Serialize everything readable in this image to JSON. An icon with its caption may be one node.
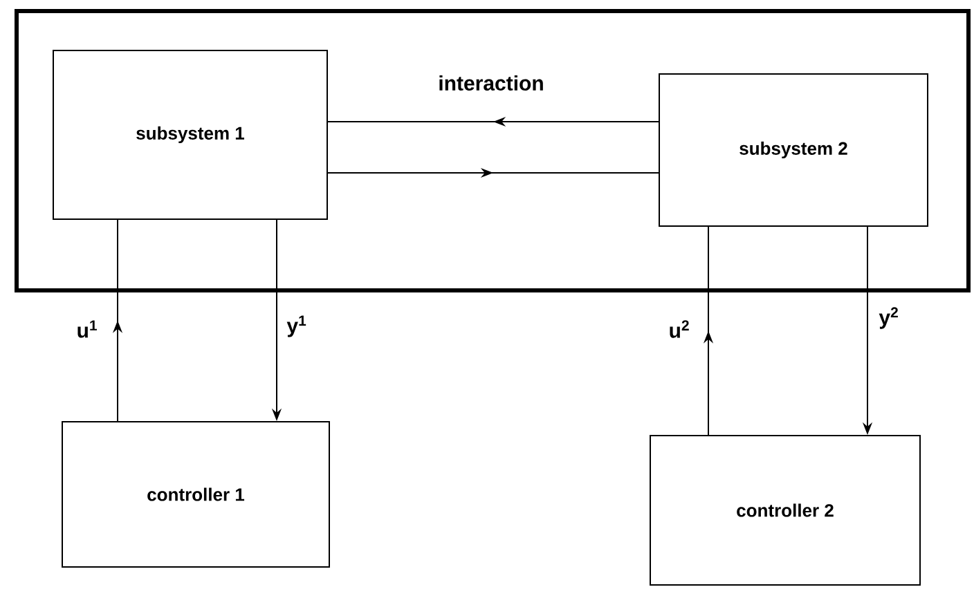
{
  "diagram": {
    "nodes": [
      {
        "text": [],
        "shape": "box"
      },
      {
        "text": [
          "subsystem 1"
        ],
        "in": 0
      },
      {
        "text": [
          "subsystem 2"
        ],
        "in": 0
      },
      {
        "text": [
          "controller 1"
        ]
      },
      {
        "text": [
          "controller 2"
        ]
      }
    ],
    "edges": [
      {
        "from": 2,
        "to": 1,
        "arrow": "to",
        "label": "interaction"
      },
      {
        "from": 1,
        "to": 2,
        "arrow": "to"
      },
      {
        "from": 3,
        "to": 1,
        "arrow": "to",
        "label": "u$^{1}$"
      },
      {
        "from": 1,
        "to": 3,
        "arrow": "to",
        "label": "y$^{1}$"
      },
      {
        "from": 4,
        "to": 2,
        "arrow": "to",
        "label": "u$^{2}$"
      },
      {
        "from": 2,
        "to": 4,
        "arrow": "to",
        "label": "y$^{2}$"
      }
    ]
  }
}
